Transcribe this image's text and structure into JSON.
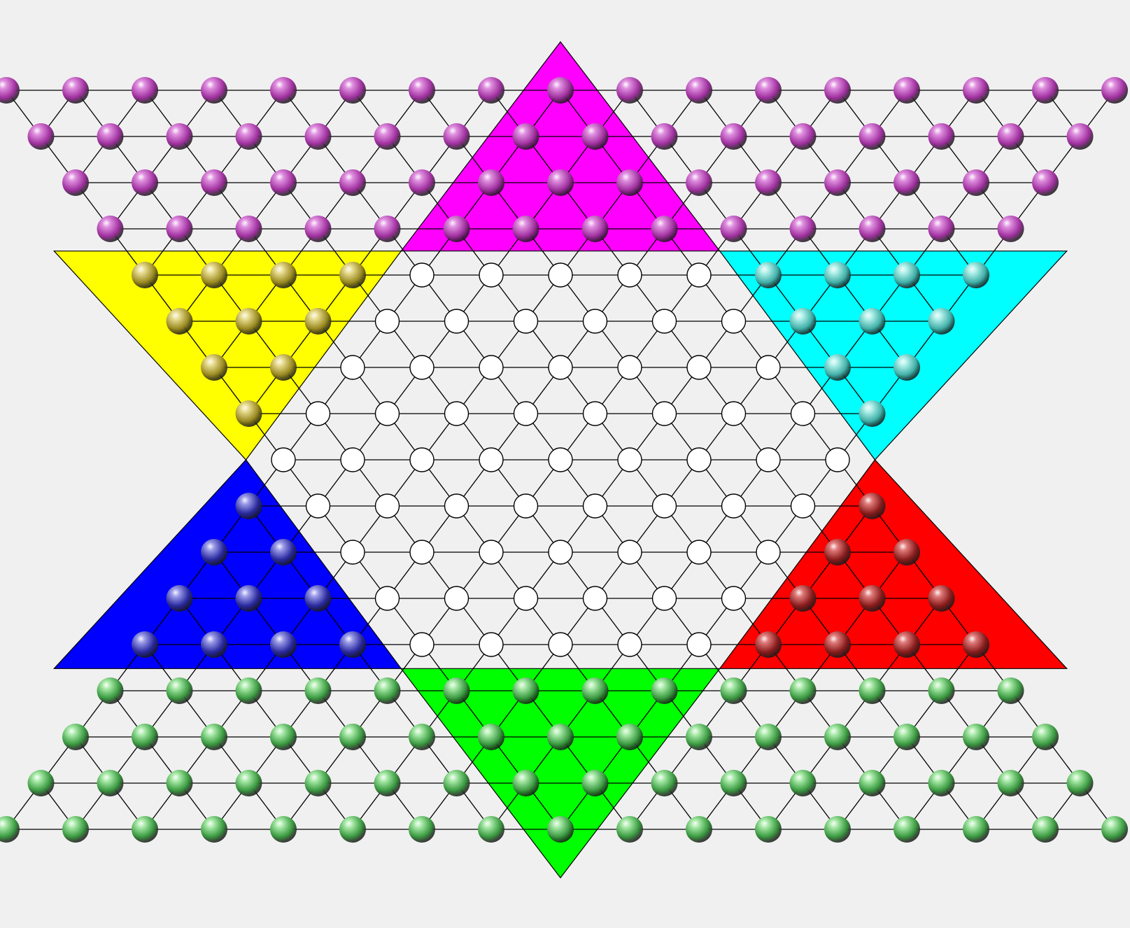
{
  "board": {
    "background": "#f0f0f0",
    "center_fill": "#f0f0f0",
    "hole_fill": "#ffffff",
    "line_color": "#000000"
  },
  "camps": [
    {
      "id": "top",
      "name": "magenta",
      "triangle_color": "#ff00ff",
      "marble_color": "#a0309f",
      "marble_highlight": "#e090e0",
      "marbles": 10
    },
    {
      "id": "upper-right",
      "name": "cyan",
      "triangle_color": "#00ffff",
      "marble_color": "#40b0a8",
      "marble_highlight": "#b0f0ea",
      "marbles": 10
    },
    {
      "id": "lower-right",
      "name": "red",
      "triangle_color": "#ff0000",
      "marble_color": "#8a1c1c",
      "marble_highlight": "#e07a7a",
      "marbles": 10
    },
    {
      "id": "bottom",
      "name": "green",
      "triangle_color": "#00ff00",
      "marble_color": "#3a9a40",
      "marble_highlight": "#a8eaa8",
      "marbles": 10
    },
    {
      "id": "lower-left",
      "name": "blue",
      "triangle_color": "#0000ff",
      "marble_color": "#2a2aa0",
      "marble_highlight": "#9a9ae8",
      "marbles": 10
    },
    {
      "id": "upper-left",
      "name": "yellow",
      "triangle_color": "#ffff00",
      "marble_color": "#9a8a20",
      "marble_highlight": "#e8dc90",
      "marbles": 10
    }
  ],
  "empty_holes": 61
}
